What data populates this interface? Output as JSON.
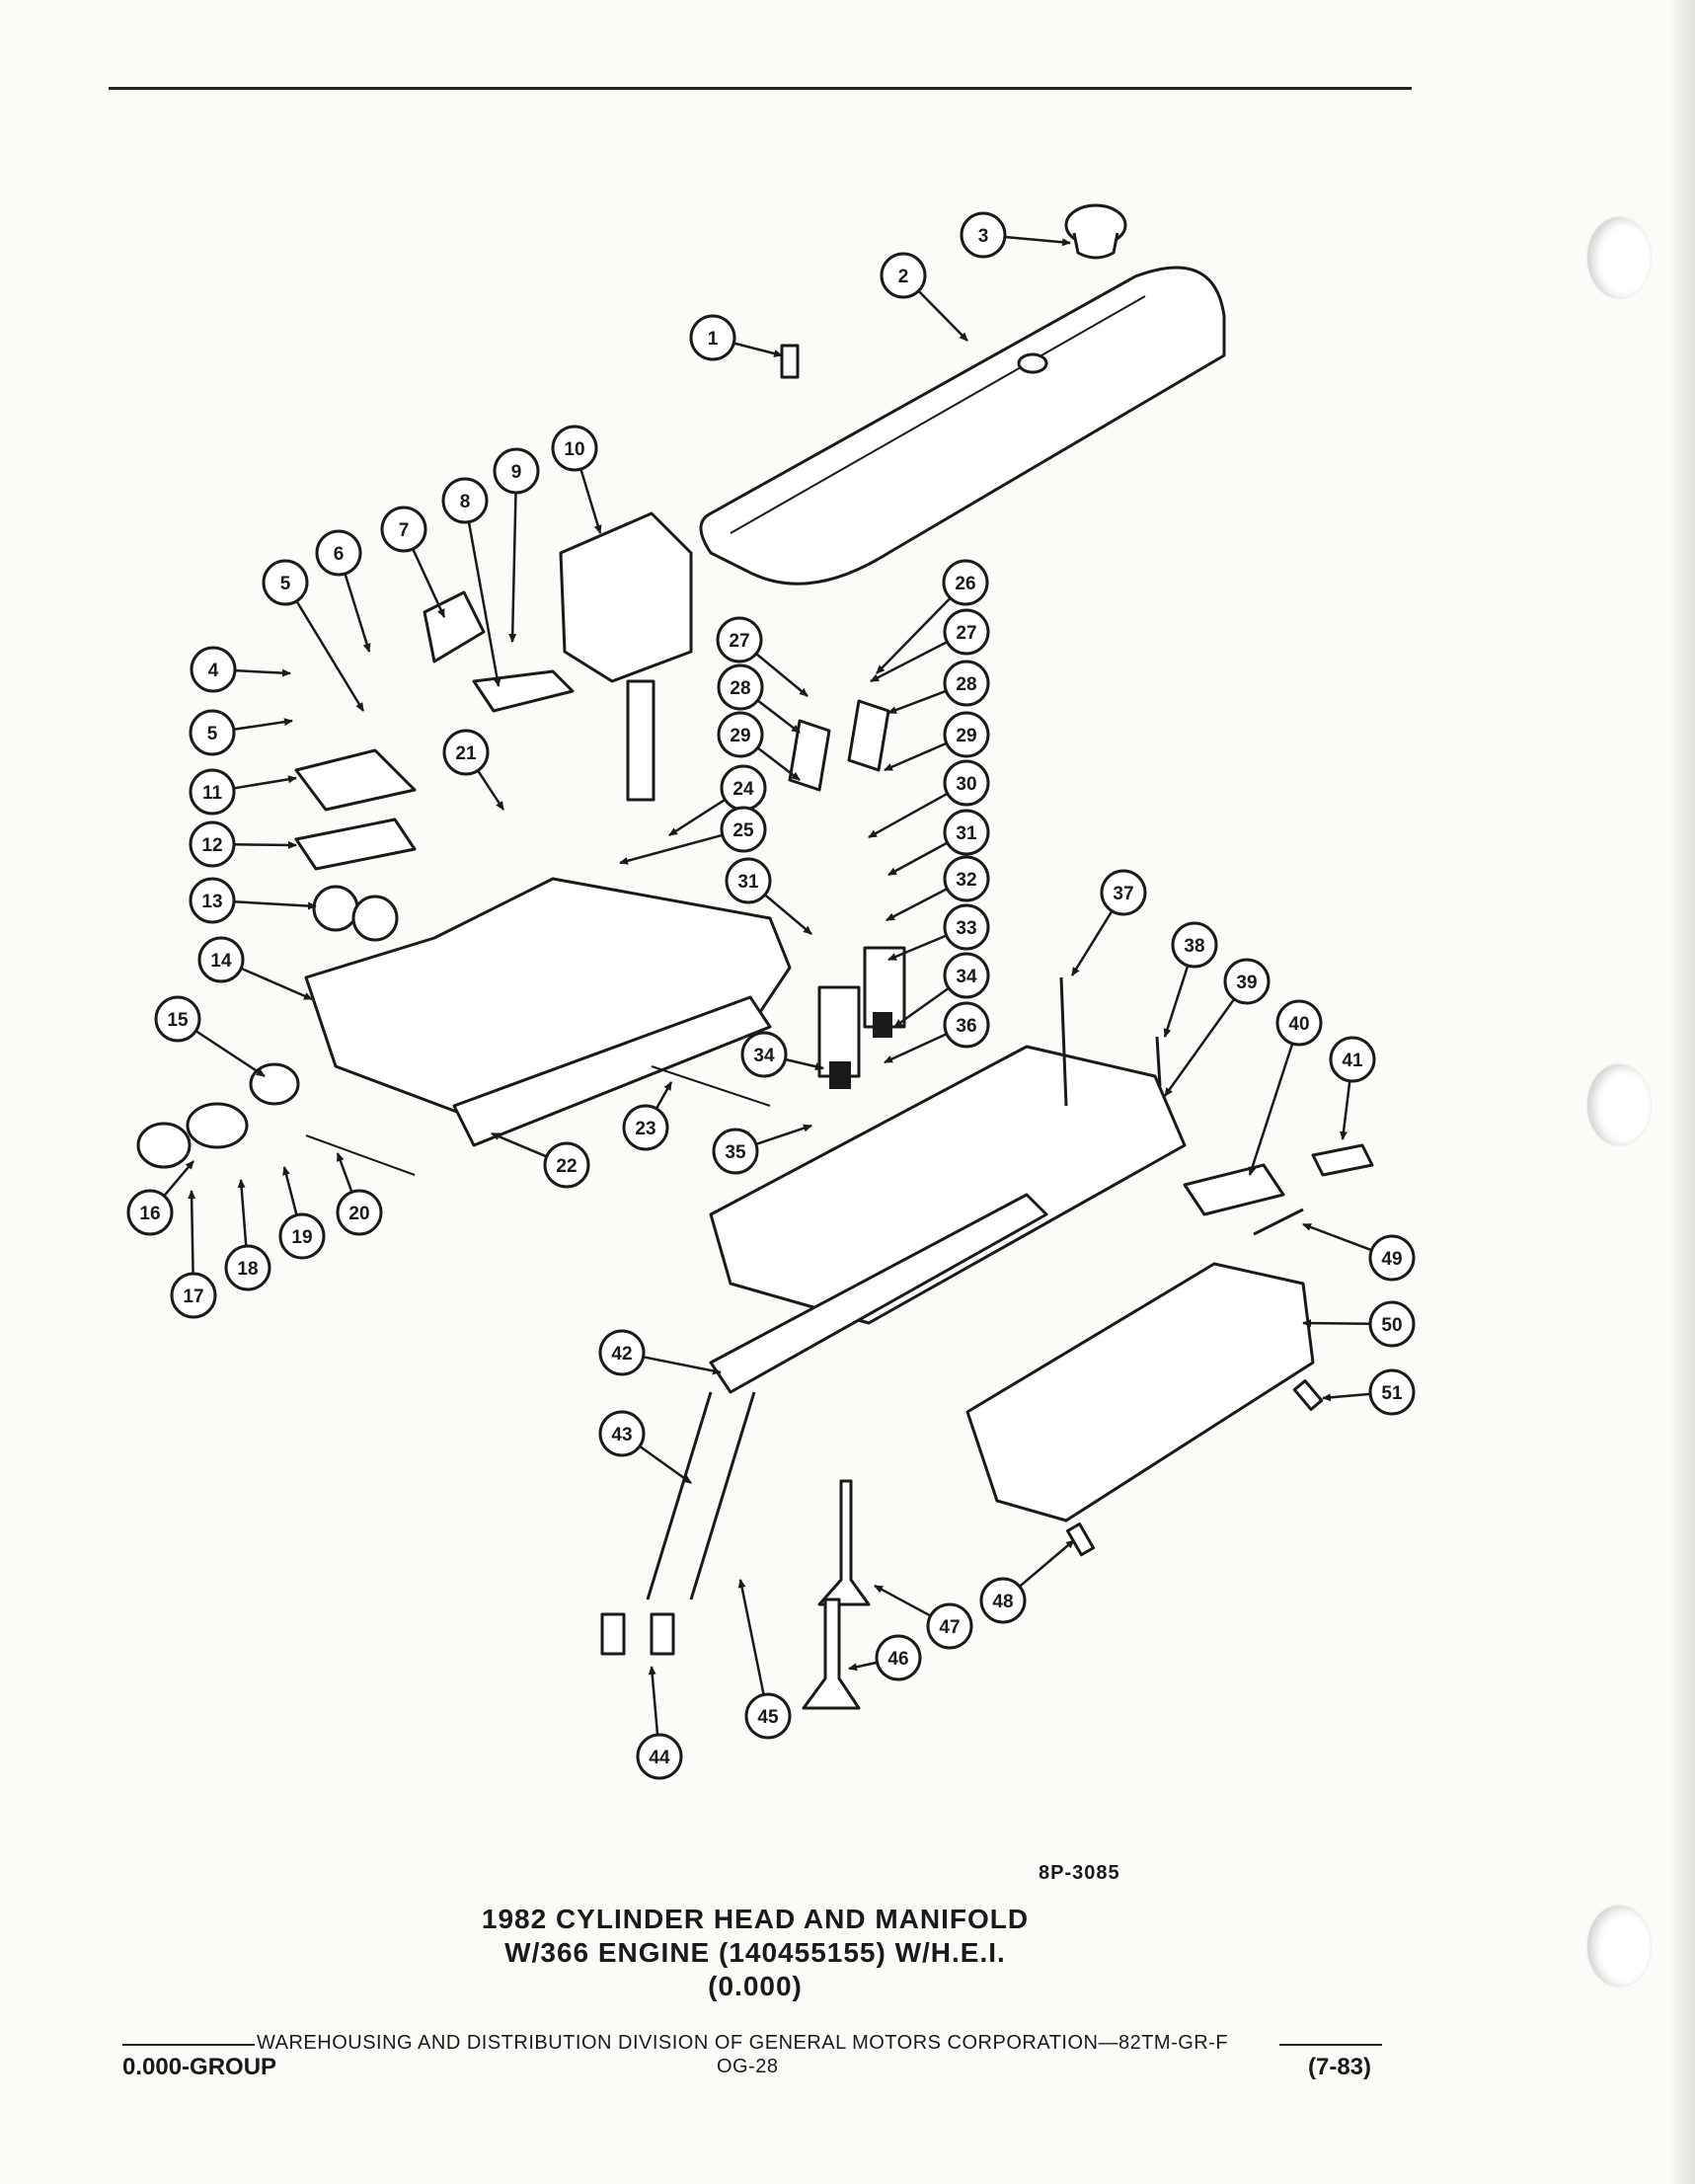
{
  "diagram": {
    "reference_code": "8P-3085",
    "callouts": [
      "1",
      "2",
      "3",
      "4",
      "5",
      "5",
      "6",
      "7",
      "8",
      "9",
      "10",
      "11",
      "12",
      "13",
      "14",
      "15",
      "16",
      "17",
      "18",
      "19",
      "20",
      "21",
      "22",
      "23",
      "24",
      "25",
      "26",
      "27",
      "27",
      "28",
      "28",
      "29",
      "29",
      "30",
      "31",
      "31",
      "32",
      "33",
      "34",
      "34",
      "35",
      "36",
      "37",
      "38",
      "39",
      "40",
      "41",
      "42",
      "43",
      "44",
      "45",
      "46",
      "47",
      "48",
      "49",
      "50",
      "51"
    ]
  },
  "caption": {
    "line1": "1982 CYLINDER HEAD AND MANIFOLD",
    "line2": "W/366 ENGINE (140455155) W/H.E.I.",
    "line3": "(0.000)"
  },
  "footer": {
    "organization": "WAREHOUSING AND DISTRIBUTION DIVISION OF GENERAL MOTORS CORPORATION—82TM-GR-F",
    "group": "0.000-GROUP",
    "page": "OG-28",
    "date": "(7-83)"
  }
}
